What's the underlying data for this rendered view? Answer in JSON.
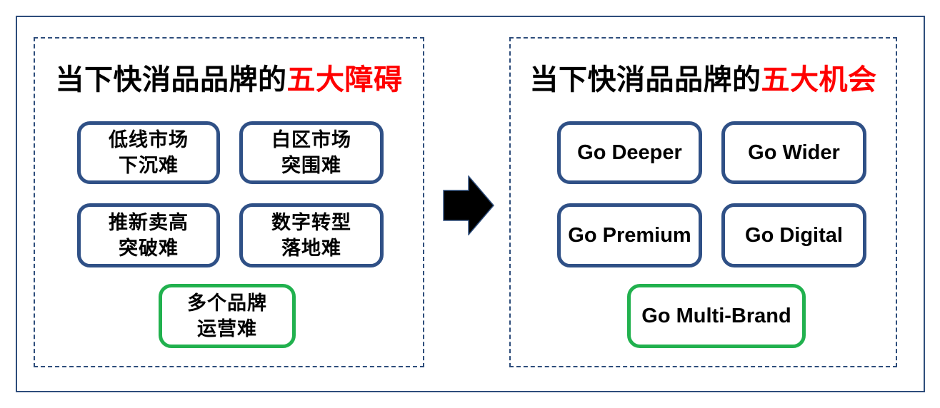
{
  "left_panel": {
    "title": {
      "prefix": "当下快消品品牌的",
      "highlight": "五大障碍"
    },
    "boxes": [
      {
        "line1": "低线市场",
        "line2": "下沉难",
        "variant": "blue"
      },
      {
        "line1": "白区市场",
        "line2": "突围难",
        "variant": "blue"
      },
      {
        "line1": "推新卖高",
        "line2": "突破难",
        "variant": "blue"
      },
      {
        "line1": "数字转型",
        "line2": "落地难",
        "variant": "blue"
      },
      {
        "line1": "多个品牌",
        "line2": "运营难",
        "variant": "green"
      }
    ]
  },
  "right_panel": {
    "title": {
      "prefix": "当下快消品品牌的",
      "highlight": "五大机会"
    },
    "boxes": [
      {
        "label": "Go Deeper",
        "variant": "blue"
      },
      {
        "label": "Go Wider",
        "variant": "blue"
      },
      {
        "label": "Go Premium",
        "variant": "blue"
      },
      {
        "label": "Go Digital",
        "variant": "blue"
      },
      {
        "label": "Go Multi-Brand",
        "variant": "green"
      }
    ]
  },
  "arrow": {
    "icon": "right-block-arrow"
  },
  "colors": {
    "frame_navy": "#2e4d7b",
    "box_navy": "#2f5086",
    "highlight_green": "#21b14e",
    "title_red": "#ff0000",
    "arrow_fill": "#000000"
  }
}
